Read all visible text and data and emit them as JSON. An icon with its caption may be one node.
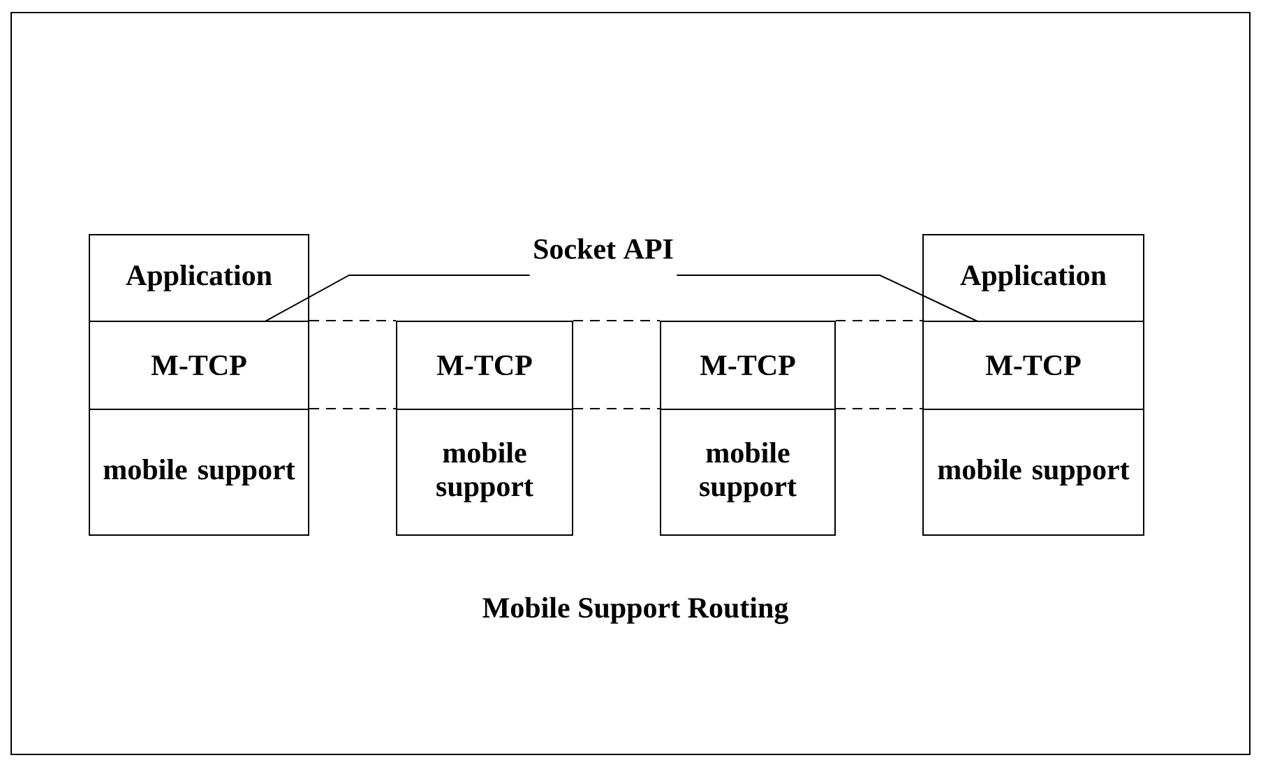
{
  "diagram": {
    "nodes": [
      {
        "text": [
          "Application"
        ]
      },
      {
        "text": [
          "Socket API"
        ]
      },
      {
        "text": [
          "Application"
        ]
      },
      {
        "text": [
          "M-TCP"
        ]
      },
      {
        "text": [
          "M-TCP"
        ]
      },
      {
        "text": [
          "M-TCP"
        ]
      },
      {
        "text": [
          "M-TCP"
        ]
      },
      {
        "text": [
          "mobile support"
        ]
      },
      {
        "text": [
          "mobile support"
        ]
      },
      {
        "text": [
          "mobile support"
        ]
      },
      {
        "text": [
          "mobile support"
        ]
      }
    ],
    "edges": [
      {
        "from": 1,
        "to": 3,
        "arrow": "none"
      },
      {
        "from": 1,
        "to": 6,
        "arrow": "none"
      },
      {
        "from": 3,
        "to": 4,
        "arrow": "none",
        "style": "dashed"
      },
      {
        "from": 4,
        "to": 5,
        "arrow": "none",
        "style": "dashed"
      },
      {
        "from": 5,
        "to": 6,
        "arrow": "none",
        "style": "dashed"
      },
      {
        "from": 7,
        "to": 8,
        "arrow": "none",
        "style": "dashed"
      },
      {
        "from": 8,
        "to": 9,
        "arrow": "none",
        "style": "dashed"
      },
      {
        "from": 9,
        "to": 10,
        "arrow": "none",
        "style": "dashed"
      }
    ],
    "labels": [
      "Mobile Support Routing"
    ]
  }
}
